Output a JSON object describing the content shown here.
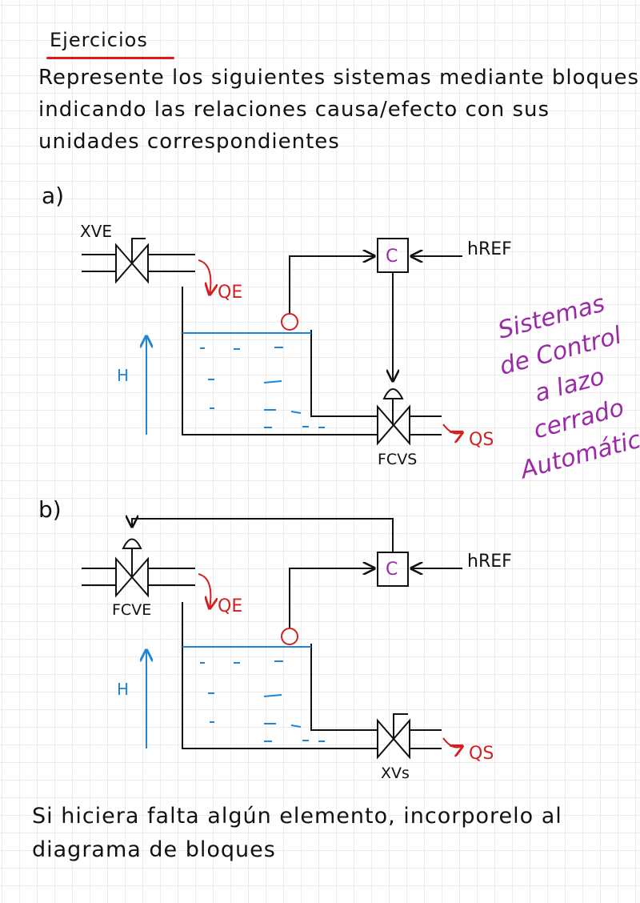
{
  "header": {
    "title": "Ejercicios",
    "intro_line1": "Represente los siguientes sistemas mediante bloques",
    "intro_line2": "indicando las relaciones causa/efecto con sus",
    "intro_line3": "unidades correspondientes"
  },
  "part_a": {
    "label": "a)",
    "inlet_valve": "XVE",
    "inlet_flow": "QE",
    "controller": "C",
    "reference": "hREF",
    "level": "H",
    "outlet_valve": "FCVS",
    "outlet_flow": "QS"
  },
  "part_b": {
    "label": "b)",
    "inlet_valve": "FCVE",
    "inlet_flow": "QE",
    "controller": "C",
    "reference": "hREF",
    "level": "H",
    "outlet_valve": "XVs",
    "outlet_flow": "QS"
  },
  "side_note": {
    "line1": "Sistemas",
    "line2": "de Control",
    "line3": "a lazo",
    "line4": "cerrado",
    "line5": "Automático"
  },
  "footer": {
    "line1": "Si hiciera falta algún elemento, incorporelo al",
    "line2": "diagrama de bloques"
  },
  "colors": {
    "ink": "#111111",
    "red": "#d42020",
    "blue": "#1f86d6",
    "purple": "#9b2aa6"
  }
}
